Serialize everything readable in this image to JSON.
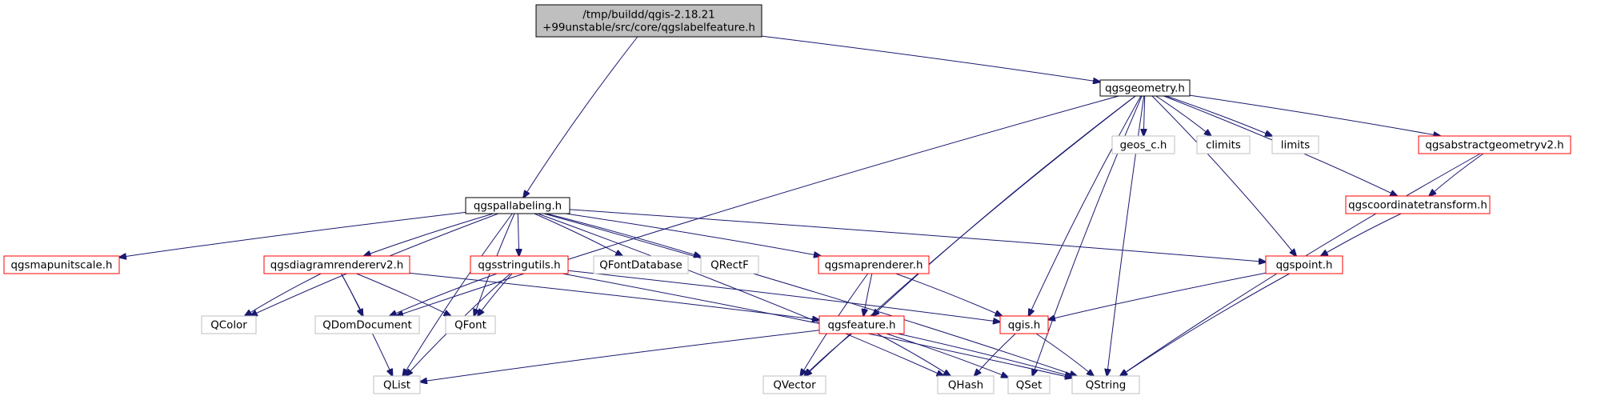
{
  "diagram": {
    "colors": {
      "edge": "#191970",
      "root_fill": "#bfbfbf",
      "external_border": "#bfbfbf",
      "truncated_border": "#ff0000",
      "documented_border": "#000000"
    },
    "nodes": [
      {
        "id": "root",
        "lines": [
          "/tmp/buildd/qgis-2.18.21",
          "+99unstable/src/core/qgslabelfeature.h"
        ],
        "style": "root"
      },
      {
        "id": "qgsgeometry",
        "lines": [
          "qgsgeometry.h"
        ],
        "style": "black"
      },
      {
        "id": "qgspallabeling",
        "lines": [
          "qgspallabeling.h"
        ],
        "style": "black"
      },
      {
        "id": "geos_c",
        "lines": [
          "geos_c.h"
        ],
        "style": "gray"
      },
      {
        "id": "climits",
        "lines": [
          "climits"
        ],
        "style": "gray"
      },
      {
        "id": "limits",
        "lines": [
          "limits"
        ],
        "style": "gray"
      },
      {
        "id": "qgsabstractgeometryv2",
        "lines": [
          "qgsabstractgeometryv2.h"
        ],
        "style": "red"
      },
      {
        "id": "qgscoordinatetransform",
        "lines": [
          "qgscoordinatetransform.h"
        ],
        "style": "red"
      },
      {
        "id": "qgsmapunitscale",
        "lines": [
          "qgsmapunitscale.h"
        ],
        "style": "red"
      },
      {
        "id": "qgsdiagramrendererv2",
        "lines": [
          "qgsdiagramrendererv2.h"
        ],
        "style": "red"
      },
      {
        "id": "qgsstringutils",
        "lines": [
          "qgsstringutils.h"
        ],
        "style": "red"
      },
      {
        "id": "qfontdatabase",
        "lines": [
          "QFontDatabase"
        ],
        "style": "gray"
      },
      {
        "id": "qrectf",
        "lines": [
          "QRectF"
        ],
        "style": "gray"
      },
      {
        "id": "qgsmaprenderer",
        "lines": [
          "qgsmaprenderer.h"
        ],
        "style": "red"
      },
      {
        "id": "qgspoint",
        "lines": [
          "qgspoint.h"
        ],
        "style": "red"
      },
      {
        "id": "qcolor",
        "lines": [
          "QColor"
        ],
        "style": "gray"
      },
      {
        "id": "qdomdocument",
        "lines": [
          "QDomDocument"
        ],
        "style": "gray"
      },
      {
        "id": "qfont",
        "lines": [
          "QFont"
        ],
        "style": "gray"
      },
      {
        "id": "qgsfeature",
        "lines": [
          "qgsfeature.h"
        ],
        "style": "red"
      },
      {
        "id": "qgis",
        "lines": [
          "qgis.h"
        ],
        "style": "red"
      },
      {
        "id": "qlist",
        "lines": [
          "QList"
        ],
        "style": "gray"
      },
      {
        "id": "qvector",
        "lines": [
          "QVector"
        ],
        "style": "gray"
      },
      {
        "id": "qhash",
        "lines": [
          "QHash"
        ],
        "style": "gray"
      },
      {
        "id": "qset",
        "lines": [
          "QSet"
        ],
        "style": "gray"
      },
      {
        "id": "qstring",
        "lines": [
          "QString"
        ],
        "style": "gray"
      }
    ],
    "edges": [
      [
        "root",
        "qgsgeometry"
      ],
      [
        "root",
        "qgspallabeling"
      ],
      [
        "qgsgeometry",
        "qdomdocument"
      ],
      [
        "qgsgeometry",
        "qvector"
      ],
      [
        "qgsgeometry",
        "qgsfeature"
      ],
      [
        "qgsgeometry",
        "qgis"
      ],
      [
        "qgsgeometry",
        "qset"
      ],
      [
        "qgsgeometry",
        "geos_c"
      ],
      [
        "qgsgeometry",
        "climits"
      ],
      [
        "qgsgeometry",
        "limits"
      ],
      [
        "qgsgeometry",
        "qgspoint"
      ],
      [
        "qgsgeometry",
        "qgscoordinatetransform"
      ],
      [
        "qgsgeometry",
        "qgsabstractgeometryv2"
      ],
      [
        "qgsgeometry",
        "qstring"
      ],
      [
        "qgsabstractgeometryv2",
        "qgscoordinatetransform"
      ],
      [
        "qgsabstractgeometryv2",
        "qstring"
      ],
      [
        "qgscoordinatetransform",
        "qgspoint"
      ],
      [
        "qgspallabeling",
        "qgsmapunitscale"
      ],
      [
        "qgspallabeling",
        "qgsdiagramrendererv2"
      ],
      [
        "qgspallabeling",
        "qgsstringutils"
      ],
      [
        "qgspallabeling",
        "qfontdatabase"
      ],
      [
        "qgspallabeling",
        "qrectf"
      ],
      [
        "qgspallabeling",
        "qgsmaprenderer"
      ],
      [
        "qgspallabeling",
        "qgspoint"
      ],
      [
        "qgspallabeling",
        "qcolor"
      ],
      [
        "qgspallabeling",
        "qfont"
      ],
      [
        "qgspallabeling",
        "qlist"
      ],
      [
        "qgspallabeling",
        "qhash"
      ],
      [
        "qgspallabeling",
        "qstring"
      ],
      [
        "qgsdiagramrendererv2",
        "qcolor"
      ],
      [
        "qgsdiagramrendererv2",
        "qdomdocument"
      ],
      [
        "qgsdiagramrendererv2",
        "qfont"
      ],
      [
        "qgsdiagramrendererv2",
        "qlist"
      ],
      [
        "qgsdiagramrendererv2",
        "qgsfeature"
      ],
      [
        "qgsstringutils",
        "qdomdocument"
      ],
      [
        "qgsstringutils",
        "qfont"
      ],
      [
        "qgsstringutils",
        "qlist"
      ],
      [
        "qgsstringutils",
        "qgis"
      ],
      [
        "qgsstringutils",
        "qstring"
      ],
      [
        "qgsmaprenderer",
        "qgsfeature"
      ],
      [
        "qgsmaprenderer",
        "qvector"
      ],
      [
        "qgsmaprenderer",
        "qgis"
      ],
      [
        "qgspoint",
        "qgis"
      ],
      [
        "qgspoint",
        "qstring"
      ],
      [
        "qgsfeature",
        "qlist"
      ],
      [
        "qgsfeature",
        "qvector"
      ],
      [
        "qgsfeature",
        "qhash"
      ],
      [
        "qgsfeature",
        "qset"
      ],
      [
        "qgsfeature",
        "qstring"
      ],
      [
        "qgis",
        "qhash"
      ],
      [
        "qgis",
        "qstring"
      ]
    ]
  }
}
